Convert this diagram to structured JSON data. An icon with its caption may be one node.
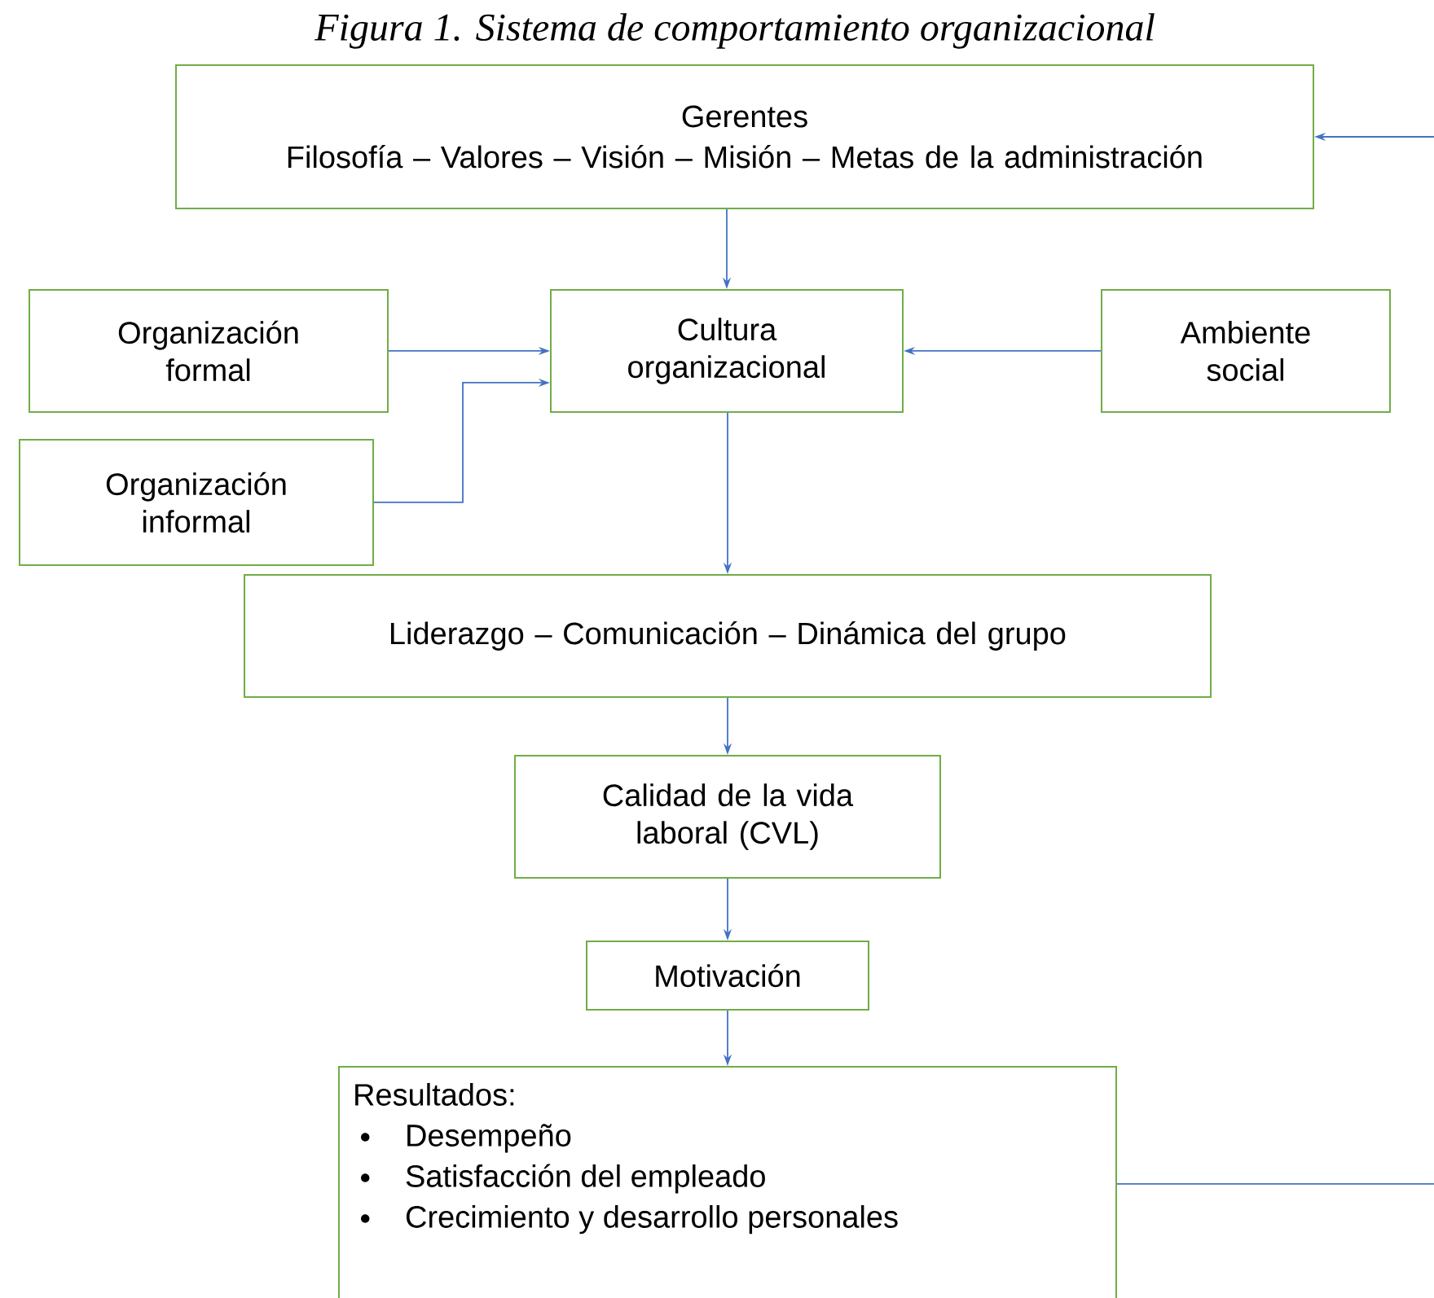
{
  "diagram": {
    "title": "Figura 1. Sistema de comportamiento organizacional",
    "nodes": [
      {
        "text": [
          "Gerentes",
          "Filosofía – Valores – Visión – Misión – Metas de la administración"
        ]
      },
      {
        "text": [
          "Organización formal"
        ]
      },
      {
        "text": [
          "Cultura organizacional"
        ]
      },
      {
        "text": [
          "Ambiente social"
        ]
      },
      {
        "text": [
          "Organización informal"
        ]
      },
      {
        "text": [
          "Liderazgo – Comunicación – Dinámica del grupo"
        ]
      },
      {
        "text": [
          "Calidad de la vida laboral (CVL)"
        ]
      },
      {
        "text": [
          "Motivación"
        ]
      },
      {
        "text": [
          "Resultados:",
          "Desempeño",
          "Satisfacción del empleado",
          "Crecimiento y desarrollo personales"
        ]
      }
    ],
    "edges": [
      {
        "from": 0,
        "to": 2,
        "arrow": "to"
      },
      {
        "from": 1,
        "to": 2,
        "arrow": "to"
      },
      {
        "from": 4,
        "to": 2,
        "arrow": "to"
      },
      {
        "from": 3,
        "to": 2,
        "arrow": "to"
      },
      {
        "from": 2,
        "to": 5,
        "arrow": "to"
      },
      {
        "from": 5,
        "to": 6,
        "arrow": "to"
      },
      {
        "from": 6,
        "to": 7,
        "arrow": "to"
      },
      {
        "from": 7,
        "to": 8,
        "arrow": "to"
      },
      {
        "from": 8,
        "to": 0,
        "arrow": "to"
      }
    ]
  }
}
